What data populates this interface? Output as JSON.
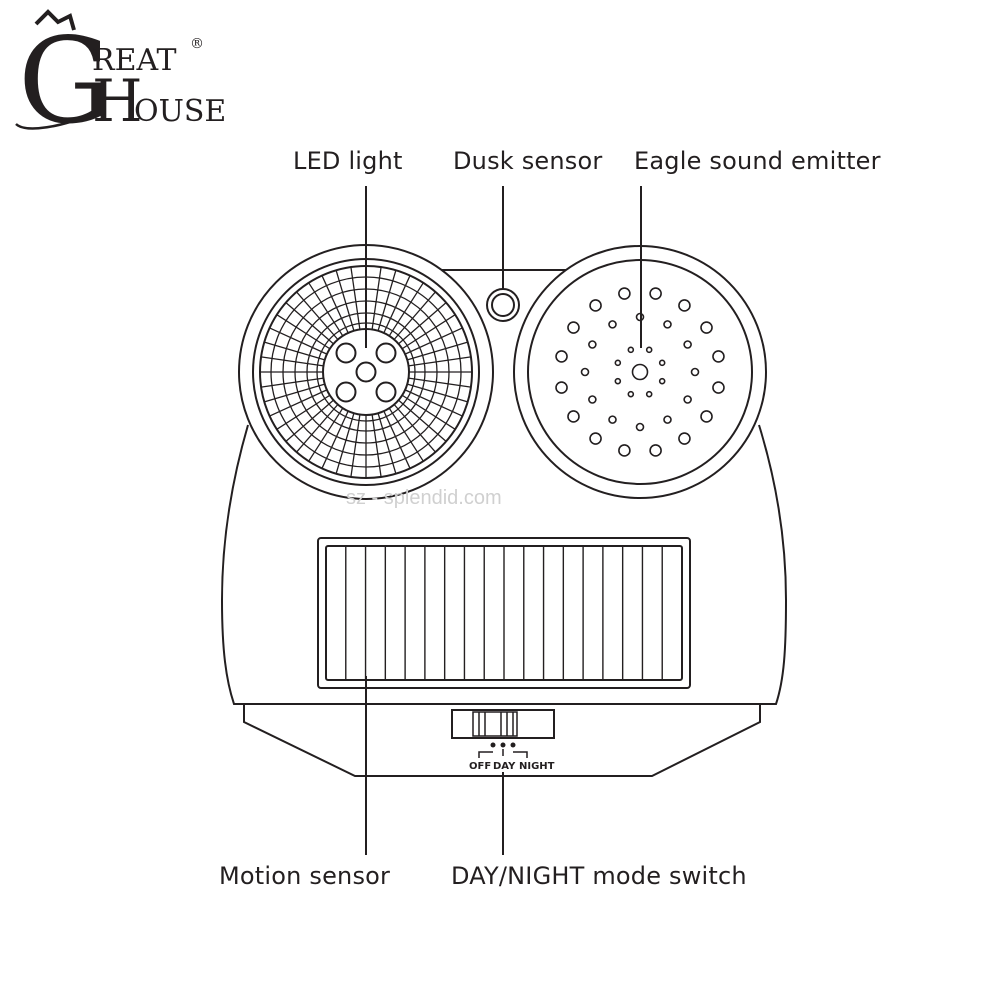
{
  "brand": {
    "logo_letters": {
      "g": "G",
      "h": "H",
      "reat": "REAT",
      "ouse": "OUSE",
      "registered": "®"
    }
  },
  "labels": {
    "led_light": "LED light",
    "dusk_sensor": "Dusk sensor",
    "eagle_sound_emitter": "Eagle sound emitter",
    "motion_sensor": "Motion sensor",
    "mode_switch": "DAY/NIGHT mode switch"
  },
  "switch_positions": [
    "OFF",
    "DAY",
    "NIGHT"
  ],
  "watermark": "sz - splendid.com",
  "colors": {
    "line": "#231f20",
    "background": "#ffffff",
    "watermark": "#d0d0d0"
  }
}
